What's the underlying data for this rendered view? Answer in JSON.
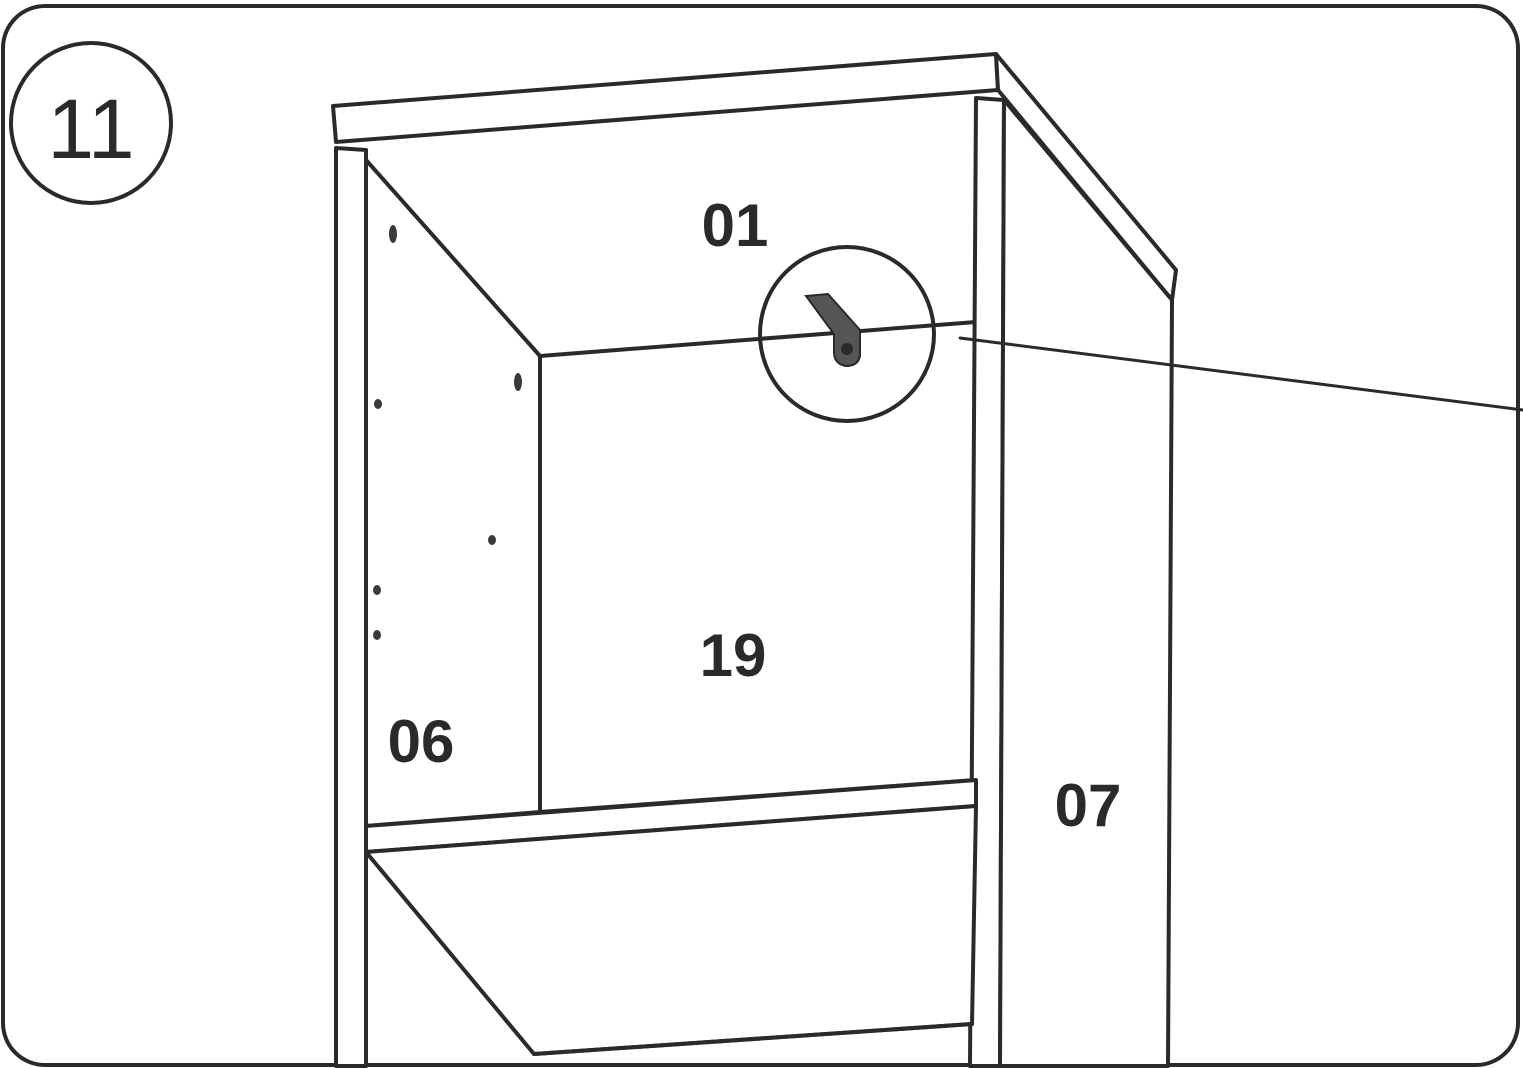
{
  "step": {
    "number": "11"
  },
  "parts": [
    {
      "id": "top-panel",
      "label": "01"
    },
    {
      "id": "left-side-panel",
      "label": "06"
    },
    {
      "id": "back-panel",
      "label": "19"
    },
    {
      "id": "right-side-panel",
      "label": "07"
    }
  ],
  "icons": {
    "detail": "magnifier-circle-icon",
    "bracket": "anti-tip-bracket-icon"
  },
  "colors": {
    "line": "#2a2a2a",
    "background": "#ffffff"
  }
}
